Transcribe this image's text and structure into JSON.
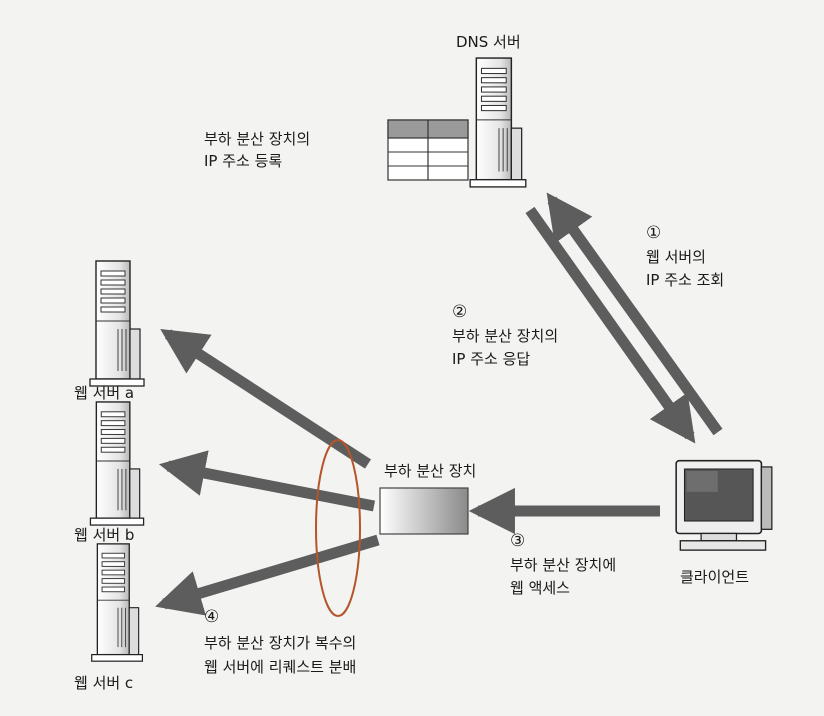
{
  "dns_server": {
    "label": "DNS 서버"
  },
  "register_note": {
    "line1": "부하 분산 장치의",
    "line2": "IP 주소 등록"
  },
  "step1": {
    "num": "①",
    "line1": "웹 서버의",
    "line2": "IP 주소 조회"
  },
  "step2": {
    "num": "②",
    "line1": "부하 분산 장치의",
    "line2": "IP 주소 응답"
  },
  "step3": {
    "num": "③",
    "line1": "부하 분산 장치에",
    "line2": "웹 액세스"
  },
  "step4": {
    "num": "④",
    "line1": "부하 분산 장치가 복수의",
    "line2": "웹 서버에 리퀘스트 분배"
  },
  "load_balancer": {
    "label": "부하 분산 장치"
  },
  "client": {
    "label": "클라이언트"
  },
  "web_servers": [
    {
      "label": "웹 서버 a"
    },
    {
      "label": "웹 서버 b"
    },
    {
      "label": "웹 서버 c"
    }
  ],
  "colors": {
    "arrow": "#5d5d5d",
    "ellipse": "#b5552a",
    "background": "#f3f3f1"
  }
}
